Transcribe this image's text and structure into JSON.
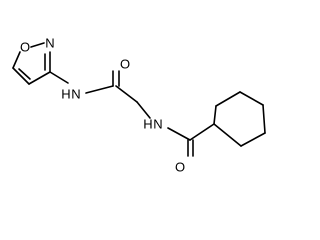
{
  "molecule": {
    "atoms": {
      "o_ring": "O",
      "n_ring": "N",
      "nh_left": "N",
      "h_left": "H",
      "o_carbonyl_top": "O",
      "nh_right": "N",
      "h_right": "H",
      "o_carbonyl_bottom": "O"
    }
  },
  "colors": {
    "bond": "#000000",
    "label": "#000000",
    "background": "#ffffff"
  }
}
